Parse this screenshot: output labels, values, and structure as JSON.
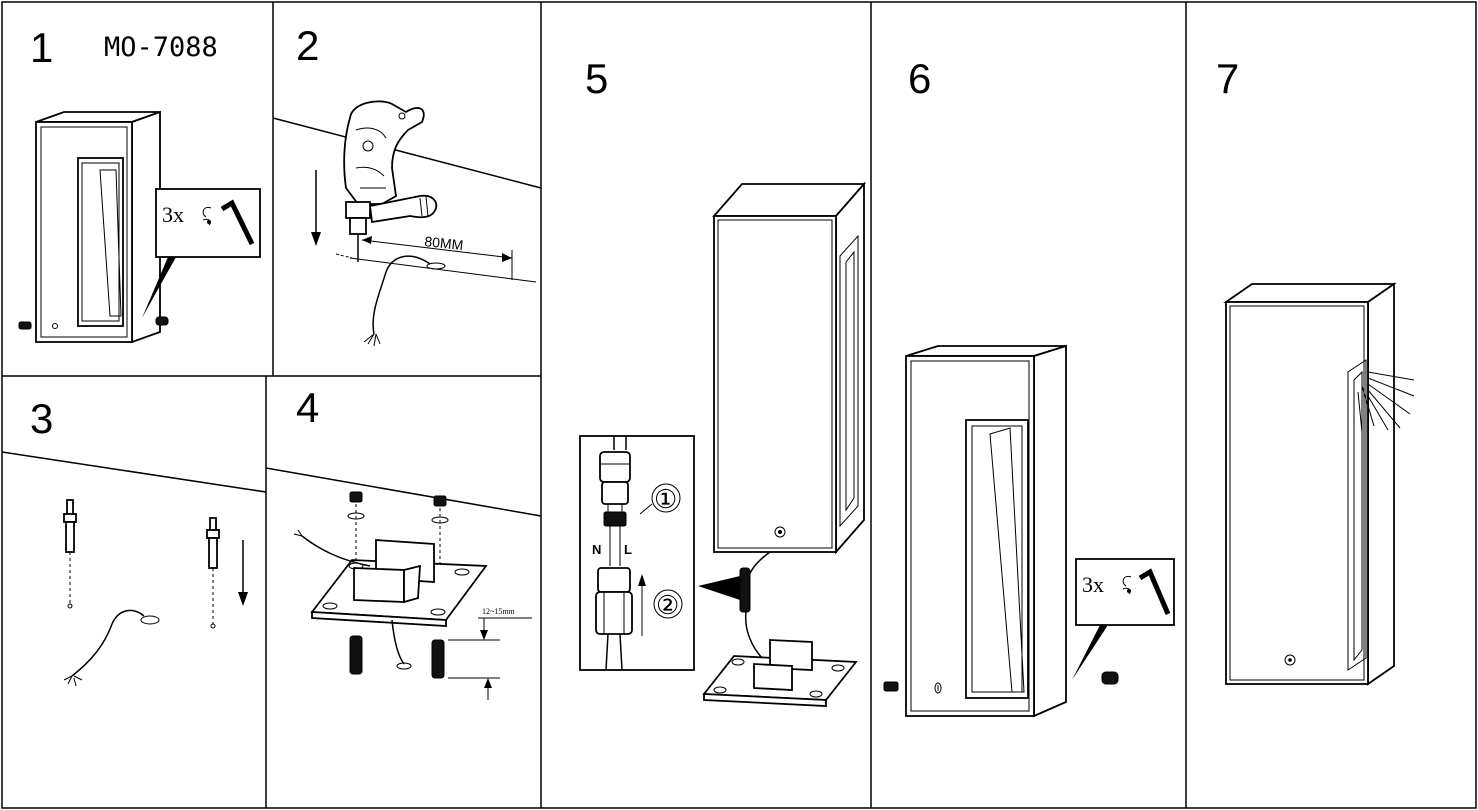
{
  "model": "MO-7088",
  "steps": {
    "s1": "1",
    "s2": "2",
    "s3": "3",
    "s4": "4",
    "s5": "5",
    "s6": "6",
    "s7": "7"
  },
  "labels": {
    "screws_qty_1": "3x",
    "screws_qty_6": "3x",
    "drill_distance": "80MM",
    "depth_range": "12~15mm",
    "neutral": "N",
    "live": "L",
    "callout_1": "①",
    "callout_2": "②"
  },
  "icons": {
    "allen_key": "allen-key-icon",
    "drill": "drill-icon",
    "arrow": "arrow-down-icon",
    "light_rays": "light-rays-icon"
  }
}
